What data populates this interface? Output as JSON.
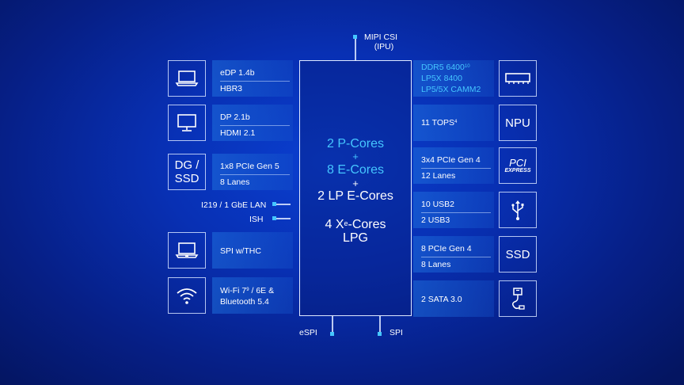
{
  "top": {
    "mipi_line1": "MIPI CSI",
    "mipi_line2": "(IPU)"
  },
  "soc": {
    "p_cores": "2 P-Cores",
    "plus1": "+",
    "e_cores": "8 E-Cores",
    "plus2": "+",
    "lp_cores": "2 LP E-Cores",
    "xe_pre": "4 X",
    "xe_sup": "e",
    "xe_post": "-Cores",
    "lpg": "LPG"
  },
  "left": {
    "edp": {
      "line1": "eDP 1.4b",
      "line2": "HBR3",
      "icon": "laptop-icon"
    },
    "dp": {
      "line1": "DP 2.1b",
      "line2": "HDMI 2.1",
      "icon": "monitor-icon"
    },
    "dg": {
      "box_line1": "DG /",
      "box_line2": "SSD",
      "line1": "1x8 PCIe Gen 5",
      "line2": "8 Lanes"
    },
    "lan": "I219 / 1 GbE LAN",
    "ish": "ISH",
    "spi_thc": {
      "line1": "SPI w/THC",
      "icon": "laptop-touch-icon"
    },
    "wifi": {
      "line1_pre": "Wi-Fi 7",
      "line1_sup": "9",
      "line1_post": " / 6E &",
      "line2": "Bluetooth 5.4",
      "icon": "wifi-icon"
    }
  },
  "right": {
    "memory": {
      "line1_pre": "DDR5 6400",
      "line1_sup": "10",
      "line2": "LP5X 8400",
      "line3": "LP5/5X CAMM2",
      "icon": "memory-icon"
    },
    "npu": {
      "text_pre": "11 TOPS",
      "text_sup": "4",
      "box": "NPU"
    },
    "pcie": {
      "line1": "3x4 PCIe Gen 4",
      "line2": "12 Lanes",
      "box_line1": "PCI",
      "box_line2": "EXPRESS"
    },
    "usb": {
      "line1": "10 USB2",
      "line2": "2 USB3",
      "icon": "usb-icon"
    },
    "ssd": {
      "line1": "8 PCIe Gen 4",
      "line2": "8 Lanes",
      "box": "SSD"
    },
    "sata": {
      "line1": "2 SATA 3.0",
      "icon": "sata-icon"
    }
  },
  "bottom": {
    "espi": "eSPI",
    "spi": "SPI"
  },
  "colors": {
    "accent": "#45c6ff",
    "bg_center": "#0a3fd0",
    "bg_edge": "#041561"
  }
}
